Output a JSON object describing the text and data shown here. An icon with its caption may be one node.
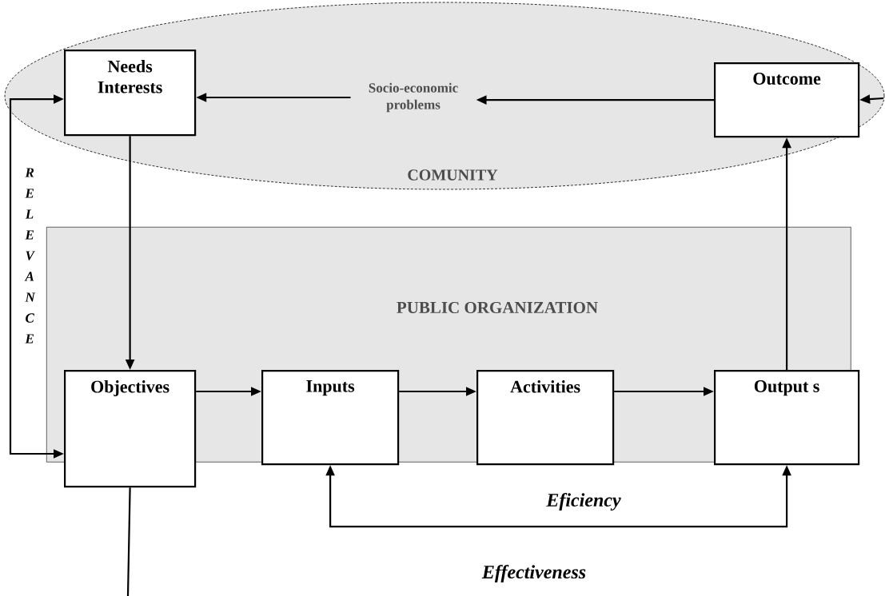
{
  "diagram": {
    "nodes": [
      {
        "text": [
          "COMUNITY"
        ]
      },
      {
        "text": [
          "Needs Interests"
        ],
        "in": 0
      },
      {
        "text": [
          "Socio-economic problems"
        ],
        "in": 0
      },
      {
        "text": [
          "Outcome"
        ],
        "in": 0
      },
      {
        "text": [
          "PUBLIC ORGANIZATION"
        ]
      },
      {
        "text": [
          "Objectives"
        ]
      },
      {
        "text": [
          "Inputs"
        ],
        "in": 4
      },
      {
        "text": [
          "Activities"
        ],
        "in": 4
      },
      {
        "text": [
          "Output s"
        ],
        "in": 4
      }
    ],
    "edges": [
      {
        "from": 2,
        "to": 1,
        "arrow": "to"
      },
      {
        "from": 3,
        "to": 2,
        "arrow": "to"
      },
      {
        "from": null,
        "to": 3,
        "arrow": "to"
      },
      {
        "from": 1,
        "to": 5,
        "arrow": "to"
      },
      {
        "from": 5,
        "to": 6,
        "arrow": "to"
      },
      {
        "from": 6,
        "to": 7,
        "arrow": "to"
      },
      {
        "from": 7,
        "to": 8,
        "arrow": "to"
      },
      {
        "from": 8,
        "to": 3,
        "arrow": "to"
      },
      {
        "from": 6,
        "to": 8,
        "arrow": "both",
        "label": "Eficiency"
      },
      {
        "from": 1,
        "to": 5,
        "arrow": "both",
        "label": "RELEVANCE"
      },
      {
        "from": 5,
        "to": null,
        "arrow": "none"
      }
    ],
    "labels": [
      "Effectiveness"
    ]
  }
}
